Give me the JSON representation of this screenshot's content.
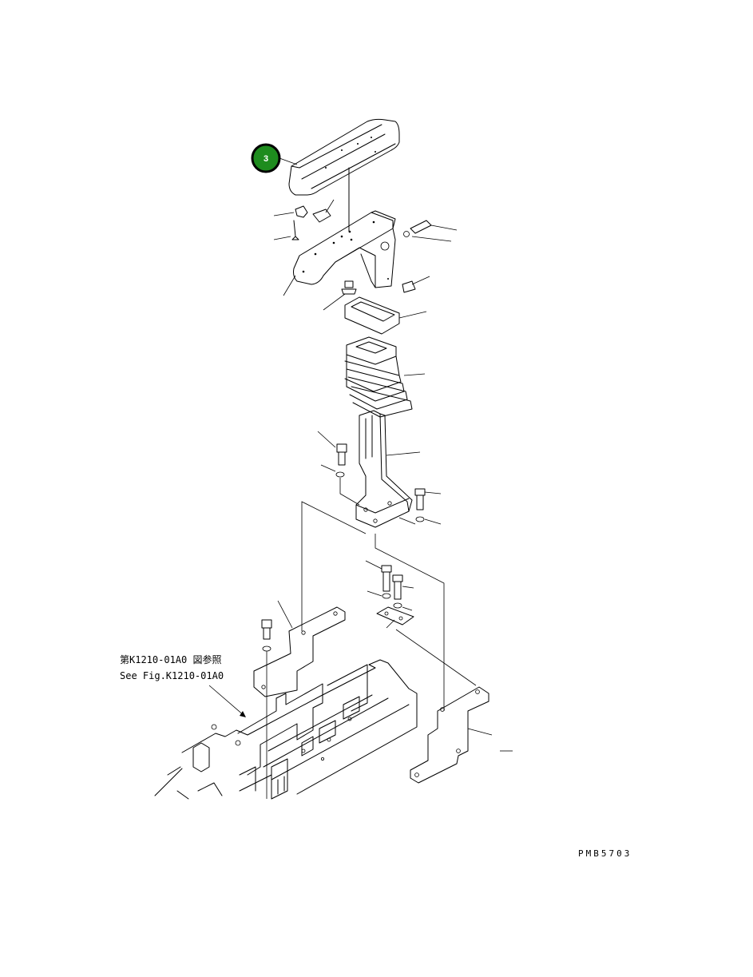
{
  "callout": {
    "number": "3",
    "fill_color": "#1e8c1e"
  },
  "reference": {
    "japanese": "第K1210-01A0 図参照",
    "english": "See Fig.K1210-01A0"
  },
  "drawing_code": "PMB5703"
}
